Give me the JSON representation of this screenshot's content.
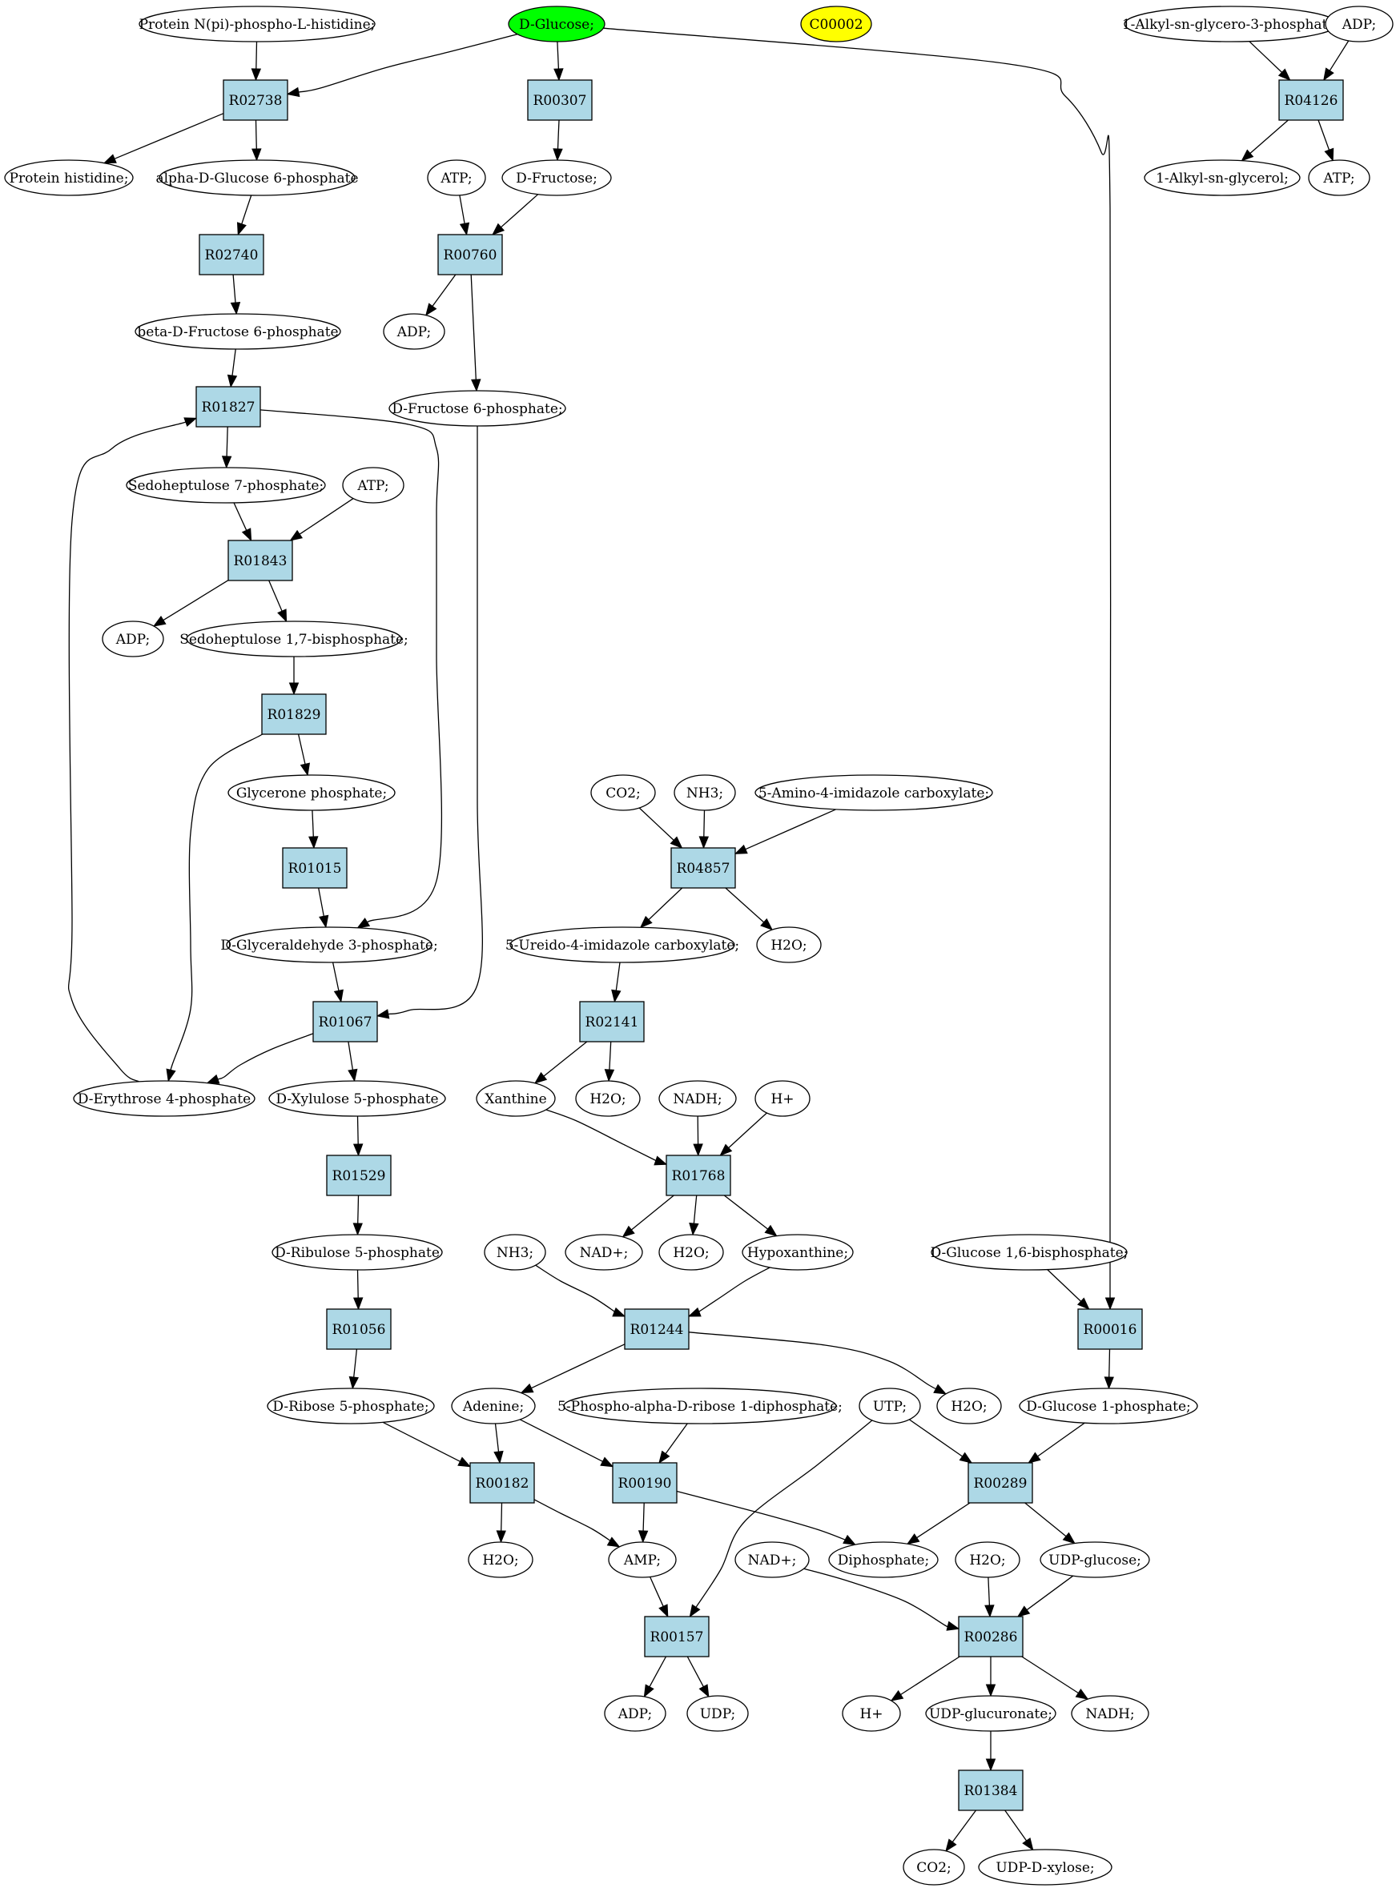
{
  "colors": {
    "reaction": "#add8e6",
    "compound": "#ffffff",
    "query": "#00ff00",
    "highlight": "#ffff00",
    "line": "#000000"
  },
  "nodes": [
    {
      "id": "r02738",
      "kind": "reaction",
      "label": "R02738"
    },
    {
      "id": "r00307",
      "kind": "reaction",
      "label": "R00307"
    },
    {
      "id": "r04126",
      "kind": "reaction",
      "label": "R04126"
    },
    {
      "id": "r02740",
      "kind": "reaction",
      "label": "R02740"
    },
    {
      "id": "r00760",
      "kind": "reaction",
      "label": "R00760"
    },
    {
      "id": "r01827",
      "kind": "reaction",
      "label": "R01827"
    },
    {
      "id": "r01843",
      "kind": "reaction",
      "label": "R01843"
    },
    {
      "id": "r01829",
      "kind": "reaction",
      "label": "R01829"
    },
    {
      "id": "r01015",
      "kind": "reaction",
      "label": "R01015"
    },
    {
      "id": "r04857",
      "kind": "reaction",
      "label": "R04857"
    },
    {
      "id": "r02141",
      "kind": "reaction",
      "label": "R02141"
    },
    {
      "id": "r01067",
      "kind": "reaction",
      "label": "R01067"
    },
    {
      "id": "r01529",
      "kind": "reaction",
      "label": "R01529"
    },
    {
      "id": "r01768",
      "kind": "reaction",
      "label": "R01768"
    },
    {
      "id": "r01056",
      "kind": "reaction",
      "label": "R01056"
    },
    {
      "id": "r01244",
      "kind": "reaction",
      "label": "R01244"
    },
    {
      "id": "r00016",
      "kind": "reaction",
      "label": "R00016"
    },
    {
      "id": "r00182",
      "kind": "reaction",
      "label": "R00182"
    },
    {
      "id": "r00190",
      "kind": "reaction",
      "label": "R00190"
    },
    {
      "id": "r00289",
      "kind": "reaction",
      "label": "R00289"
    },
    {
      "id": "r00157",
      "kind": "reaction",
      "label": "R00157"
    },
    {
      "id": "r00286",
      "kind": "reaction",
      "label": "R00286"
    },
    {
      "id": "r01384",
      "kind": "reaction",
      "label": "R01384"
    },
    {
      "id": "prot-his-p",
      "kind": "compound",
      "label": "Protein N(pi)-phospho-L-histidine;"
    },
    {
      "id": "d-glucose",
      "kind": "query",
      "label": "D-Glucose;"
    },
    {
      "id": "c00002",
      "kind": "highlight",
      "label": "C00002"
    },
    {
      "id": "alkyl-g3p",
      "kind": "compound",
      "label": "1-Alkyl-sn-glycero-3-phosphate;"
    },
    {
      "id": "adp-top",
      "kind": "compound",
      "label": "ADP;"
    },
    {
      "id": "prot-his",
      "kind": "compound",
      "label": "Protein histidine;"
    },
    {
      "id": "adg6p",
      "kind": "compound",
      "label": "alpha-D-Glucose 6-phosphate"
    },
    {
      "id": "atp-1",
      "kind": "compound",
      "label": "ATP;"
    },
    {
      "id": "d-fructose",
      "kind": "compound",
      "label": "D-Fructose;"
    },
    {
      "id": "alkyl-glycerol",
      "kind": "compound",
      "label": "1-Alkyl-sn-glycerol;"
    },
    {
      "id": "atp-top",
      "kind": "compound",
      "label": "ATP;"
    },
    {
      "id": "bdf6p",
      "kind": "compound",
      "label": "beta-D-Fructose 6-phosphate"
    },
    {
      "id": "adp-1",
      "kind": "compound",
      "label": "ADP;"
    },
    {
      "id": "df6p",
      "kind": "compound",
      "label": "D-Fructose 6-phosphate;"
    },
    {
      "id": "s7p",
      "kind": "compound",
      "label": "Sedoheptulose 7-phosphate;"
    },
    {
      "id": "atp-2",
      "kind": "compound",
      "label": "ATP;"
    },
    {
      "id": "adp-2",
      "kind": "compound",
      "label": "ADP;"
    },
    {
      "id": "s17bp",
      "kind": "compound",
      "label": "Sedoheptulose 1,7-bisphosphate;"
    },
    {
      "id": "gp",
      "kind": "compound",
      "label": "Glycerone phosphate;"
    },
    {
      "id": "co2-1",
      "kind": "compound",
      "label": "CO2;"
    },
    {
      "id": "nh3-1",
      "kind": "compound",
      "label": "NH3;"
    },
    {
      "id": "aica",
      "kind": "compound",
      "label": "5-Amino-4-imidazole carboxylate;"
    },
    {
      "id": "g3p",
      "kind": "compound",
      "label": "D-Glyceraldehyde 3-phosphate;"
    },
    {
      "id": "uica",
      "kind": "compound",
      "label": "5-Ureido-4-imidazole carboxylate;"
    },
    {
      "id": "h2o-1",
      "kind": "compound",
      "label": "H2O;"
    },
    {
      "id": "e4p",
      "kind": "compound",
      "label": "D-Erythrose 4-phosphate"
    },
    {
      "id": "xu5p",
      "kind": "compound",
      "label": "D-Xylulose 5-phosphate"
    },
    {
      "id": "xanthine",
      "kind": "compound",
      "label": "Xanthine"
    },
    {
      "id": "h2o-2",
      "kind": "compound",
      "label": "H2O;"
    },
    {
      "id": "nadh-1",
      "kind": "compound",
      "label": "NADH;"
    },
    {
      "id": "hplus-1",
      "kind": "compound",
      "label": "H+"
    },
    {
      "id": "ru5p",
      "kind": "compound",
      "label": "D-Ribulose 5-phosphate"
    },
    {
      "id": "nh3-2",
      "kind": "compound",
      "label": "NH3;"
    },
    {
      "id": "nadplus-1",
      "kind": "compound",
      "label": "NAD+;"
    },
    {
      "id": "h2o-3",
      "kind": "compound",
      "label": "H2O;"
    },
    {
      "id": "hypoxanthine",
      "kind": "compound",
      "label": "Hypoxanthine;"
    },
    {
      "id": "g16bp",
      "kind": "compound",
      "label": "D-Glucose 1,6-bisphosphate;"
    },
    {
      "id": "r5p",
      "kind": "compound",
      "label": "D-Ribose 5-phosphate;"
    },
    {
      "id": "adenine",
      "kind": "compound",
      "label": "Adenine;"
    },
    {
      "id": "prpp",
      "kind": "compound",
      "label": "5-Phospho-alpha-D-ribose 1-diphosphate;"
    },
    {
      "id": "utp",
      "kind": "compound",
      "label": "UTP;"
    },
    {
      "id": "h2o-4",
      "kind": "compound",
      "label": "H2O;"
    },
    {
      "id": "g1p",
      "kind": "compound",
      "label": "D-Glucose 1-phosphate;"
    },
    {
      "id": "h2o-5",
      "kind": "compound",
      "label": "H2O;"
    },
    {
      "id": "amp",
      "kind": "compound",
      "label": "AMP;"
    },
    {
      "id": "nadplus-2",
      "kind": "compound",
      "label": "NAD+;"
    },
    {
      "id": "diphosphate",
      "kind": "compound",
      "label": "Diphosphate;"
    },
    {
      "id": "h2o-6",
      "kind": "compound",
      "label": "H2O;"
    },
    {
      "id": "udp-glucose",
      "kind": "compound",
      "label": "UDP-glucose;"
    },
    {
      "id": "adp-3",
      "kind": "compound",
      "label": "ADP;"
    },
    {
      "id": "udp",
      "kind": "compound",
      "label": "UDP;"
    },
    {
      "id": "hplus-2",
      "kind": "compound",
      "label": "H+"
    },
    {
      "id": "udp-glucuronate",
      "kind": "compound",
      "label": "UDP-glucuronate;"
    },
    {
      "id": "nadh-2",
      "kind": "compound",
      "label": "NADH;"
    },
    {
      "id": "co2-2",
      "kind": "compound",
      "label": "CO2;"
    },
    {
      "id": "udp-xylose",
      "kind": "compound",
      "label": "UDP-D-xylose;"
    }
  ],
  "edges": [
    {
      "from": "prot-his-p",
      "to": "r02738"
    },
    {
      "from": "d-glucose",
      "to": "r02738"
    },
    {
      "from": "d-glucose",
      "to": "r00307"
    },
    {
      "from": "d-glucose",
      "to": "r00016"
    },
    {
      "from": "alkyl-g3p",
      "to": "r04126"
    },
    {
      "from": "adp-top",
      "to": "r04126"
    },
    {
      "from": "r02738",
      "to": "prot-his"
    },
    {
      "from": "r02738",
      "to": "adg6p"
    },
    {
      "from": "r00307",
      "to": "d-fructose"
    },
    {
      "from": "r04126",
      "to": "alkyl-glycerol"
    },
    {
      "from": "r04126",
      "to": "atp-top"
    },
    {
      "from": "adg6p",
      "to": "r02740"
    },
    {
      "from": "atp-1",
      "to": "r00760"
    },
    {
      "from": "d-fructose",
      "to": "r00760"
    },
    {
      "from": "r02740",
      "to": "bdf6p"
    },
    {
      "from": "r00760",
      "to": "adp-1"
    },
    {
      "from": "r00760",
      "to": "df6p"
    },
    {
      "from": "bdf6p",
      "to": "r01827"
    },
    {
      "from": "r01827",
      "to": "s7p"
    },
    {
      "from": "r01827",
      "to": "g3p"
    },
    {
      "from": "e4p",
      "to": "r01827"
    },
    {
      "from": "s7p",
      "to": "r01843"
    },
    {
      "from": "atp-2",
      "to": "r01843"
    },
    {
      "from": "r01843",
      "to": "adp-2"
    },
    {
      "from": "r01843",
      "to": "s17bp"
    },
    {
      "from": "s17bp",
      "to": "r01829"
    },
    {
      "from": "r01829",
      "to": "gp"
    },
    {
      "from": "r01829",
      "to": "e4p"
    },
    {
      "from": "gp",
      "to": "r01015"
    },
    {
      "from": "r01015",
      "to": "g3p"
    },
    {
      "from": "g3p",
      "to": "r01067"
    },
    {
      "from": "df6p",
      "to": "r01067"
    },
    {
      "from": "r01067",
      "to": "e4p"
    },
    {
      "from": "r01067",
      "to": "xu5p"
    },
    {
      "from": "xu5p",
      "to": "r01529"
    },
    {
      "from": "r01529",
      "to": "ru5p"
    },
    {
      "from": "ru5p",
      "to": "r01056"
    },
    {
      "from": "r01056",
      "to": "r5p"
    },
    {
      "from": "co2-1",
      "to": "r04857"
    },
    {
      "from": "nh3-1",
      "to": "r04857"
    },
    {
      "from": "aica",
      "to": "r04857"
    },
    {
      "from": "r04857",
      "to": "uica"
    },
    {
      "from": "r04857",
      "to": "h2o-1"
    },
    {
      "from": "uica",
      "to": "r02141"
    },
    {
      "from": "r02141",
      "to": "xanthine"
    },
    {
      "from": "r02141",
      "to": "h2o-2"
    },
    {
      "from": "xanthine",
      "to": "r01768"
    },
    {
      "from": "nadh-1",
      "to": "r01768"
    },
    {
      "from": "hplus-1",
      "to": "r01768"
    },
    {
      "from": "r01768",
      "to": "nadplus-1"
    },
    {
      "from": "r01768",
      "to": "h2o-3"
    },
    {
      "from": "r01768",
      "to": "hypoxanthine"
    },
    {
      "from": "nh3-2",
      "to": "r01244"
    },
    {
      "from": "hypoxanthine",
      "to": "r01244"
    },
    {
      "from": "r01244",
      "to": "adenine"
    },
    {
      "from": "r01244",
      "to": "h2o-4"
    },
    {
      "from": "g16bp",
      "to": "r00016"
    },
    {
      "from": "r00016",
      "to": "g1p"
    },
    {
      "from": "r5p",
      "to": "r00182"
    },
    {
      "from": "adenine",
      "to": "r00182"
    },
    {
      "from": "adenine",
      "to": "r00190"
    },
    {
      "from": "prpp",
      "to": "r00190"
    },
    {
      "from": "utp",
      "to": "r00289"
    },
    {
      "from": "utp",
      "to": "r00157"
    },
    {
      "from": "g1p",
      "to": "r00289"
    },
    {
      "from": "r00182",
      "to": "h2o-5"
    },
    {
      "from": "r00182",
      "to": "amp"
    },
    {
      "from": "r00190",
      "to": "amp"
    },
    {
      "from": "r00190",
      "to": "diphosphate"
    },
    {
      "from": "r00289",
      "to": "diphosphate"
    },
    {
      "from": "r00289",
      "to": "udp-glucose"
    },
    {
      "from": "amp",
      "to": "r00157"
    },
    {
      "from": "nadplus-2",
      "to": "r00286"
    },
    {
      "from": "h2o-6",
      "to": "r00286"
    },
    {
      "from": "udp-glucose",
      "to": "r00286"
    },
    {
      "from": "r00157",
      "to": "adp-3"
    },
    {
      "from": "r00157",
      "to": "udp"
    },
    {
      "from": "r00286",
      "to": "hplus-2"
    },
    {
      "from": "r00286",
      "to": "udp-glucuronate"
    },
    {
      "from": "r00286",
      "to": "nadh-2"
    },
    {
      "from": "udp-glucuronate",
      "to": "r01384"
    },
    {
      "from": "r01384",
      "to": "co2-2"
    },
    {
      "from": "r01384",
      "to": "udp-xylose"
    }
  ]
}
